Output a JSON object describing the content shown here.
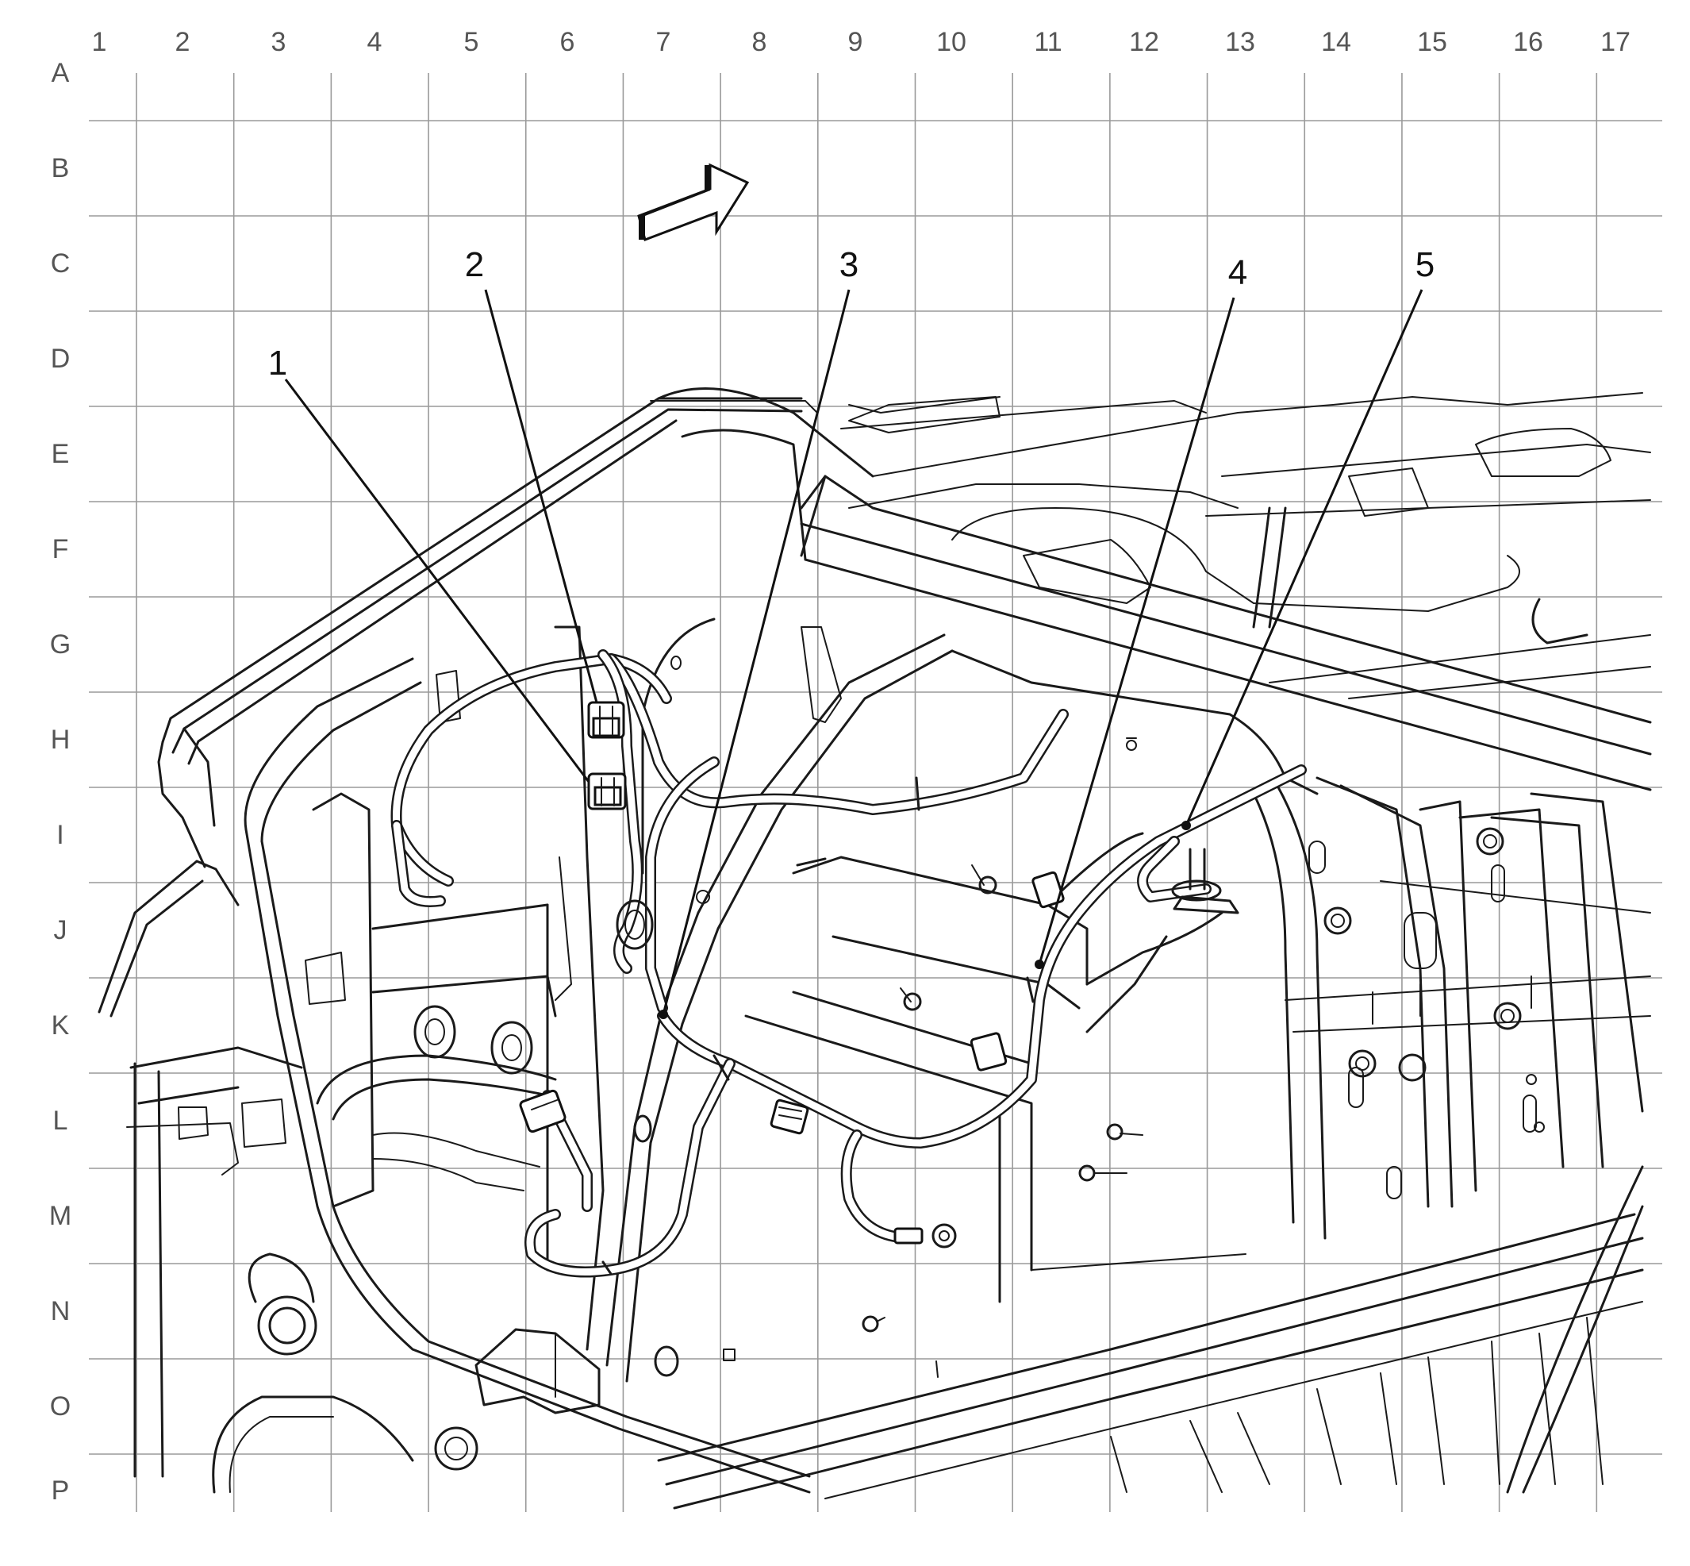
{
  "grid": {
    "columns": [
      "1",
      "2",
      "3",
      "4",
      "5",
      "6",
      "7",
      "8",
      "9",
      "10",
      "11",
      "12",
      "13",
      "14",
      "15",
      "16",
      "17"
    ],
    "rows": [
      "A",
      "B",
      "C",
      "D",
      "E",
      "F",
      "G",
      "H",
      "I",
      "J",
      "K",
      "L",
      "M",
      "N",
      "O",
      "P"
    ]
  },
  "callouts": [
    {
      "id": "1",
      "label": "1"
    },
    {
      "id": "2",
      "label": "2"
    },
    {
      "id": "3",
      "label": "3"
    },
    {
      "id": "4",
      "label": "4"
    },
    {
      "id": "5",
      "label": "5"
    }
  ],
  "colors": {
    "line": "#1a1a1a",
    "grid": "#9a9a9a",
    "label": "#555555",
    "background": "#ffffff"
  },
  "icons": {
    "direction_arrow": "forward-arrow-icon"
  }
}
